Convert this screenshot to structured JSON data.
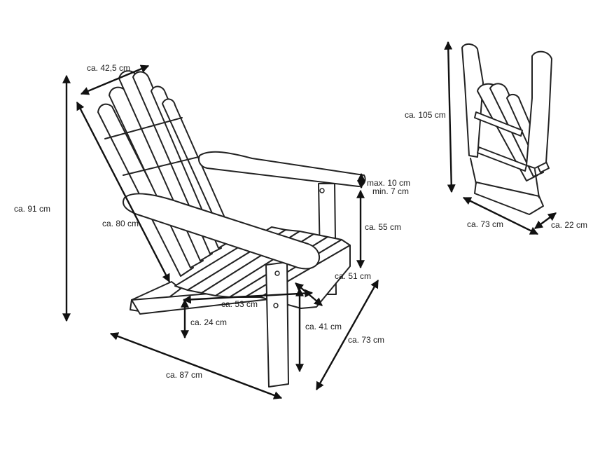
{
  "colors": {
    "line": "#222222",
    "background": "#ffffff"
  },
  "labels": {
    "width_top": "ca. 42,5 cm",
    "height_total": "ca. 91 cm",
    "back_length": "ca. 80 cm",
    "arm_max": "max. 10 cm",
    "arm_min": "min. 7 cm",
    "arm_height": "ca. 55 cm",
    "seat_depth_side": "ca. 51 cm",
    "seat_depth": "ca. 53 cm",
    "seat_front_height": "ca. 24 cm",
    "seat_height": "ca. 41 cm",
    "depth_total": "ca. 73 cm",
    "length_total": "ca. 87 cm",
    "folded_height": "ca. 105 cm",
    "folded_width": "ca. 73 cm",
    "folded_depth": "ca. 22 cm"
  }
}
